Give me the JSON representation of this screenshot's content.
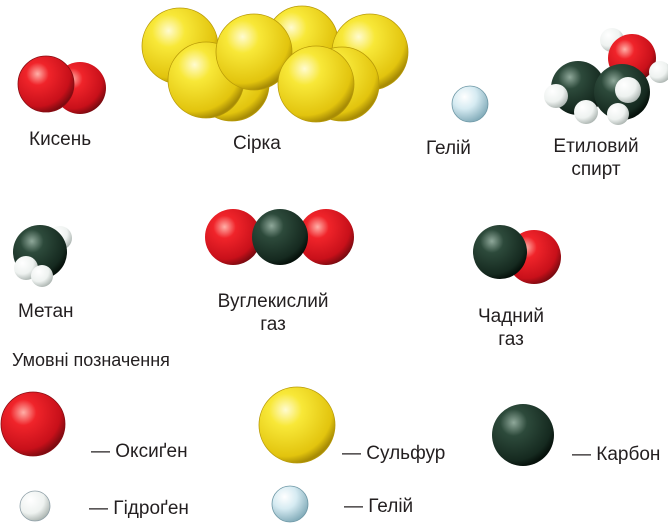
{
  "colors": {
    "oxygen": "#e2141b",
    "sulfur": "#f4e21d",
    "carbon": "#1d3a2c",
    "hydrogen": "#f2f6f4",
    "helium": "#c9e3ec"
  },
  "molecules": {
    "oxygen": {
      "name": "Кисень"
    },
    "sulfur": {
      "name": "Сірка"
    },
    "helium": {
      "name": "Гелій"
    },
    "ethanol": {
      "line1": "Етиловий",
      "line2": "спирт"
    },
    "methane": {
      "name": "Метан"
    },
    "carbon_dioxide": {
      "line1": "Вуглекислий",
      "line2": "газ"
    },
    "carbon_monoxide": {
      "line1": "Чадний",
      "line2": "газ"
    }
  },
  "legend": {
    "title": "Умовні позначення",
    "items": [
      {
        "key": "oxygen",
        "label": "— Оксиґен"
      },
      {
        "key": "sulfur",
        "label": "— Сульфур"
      },
      {
        "key": "carbon",
        "label": "— Карбон"
      },
      {
        "key": "hydrogen",
        "label": "— Гідроґен"
      },
      {
        "key": "helium",
        "label": "— Гелій"
      }
    ]
  }
}
